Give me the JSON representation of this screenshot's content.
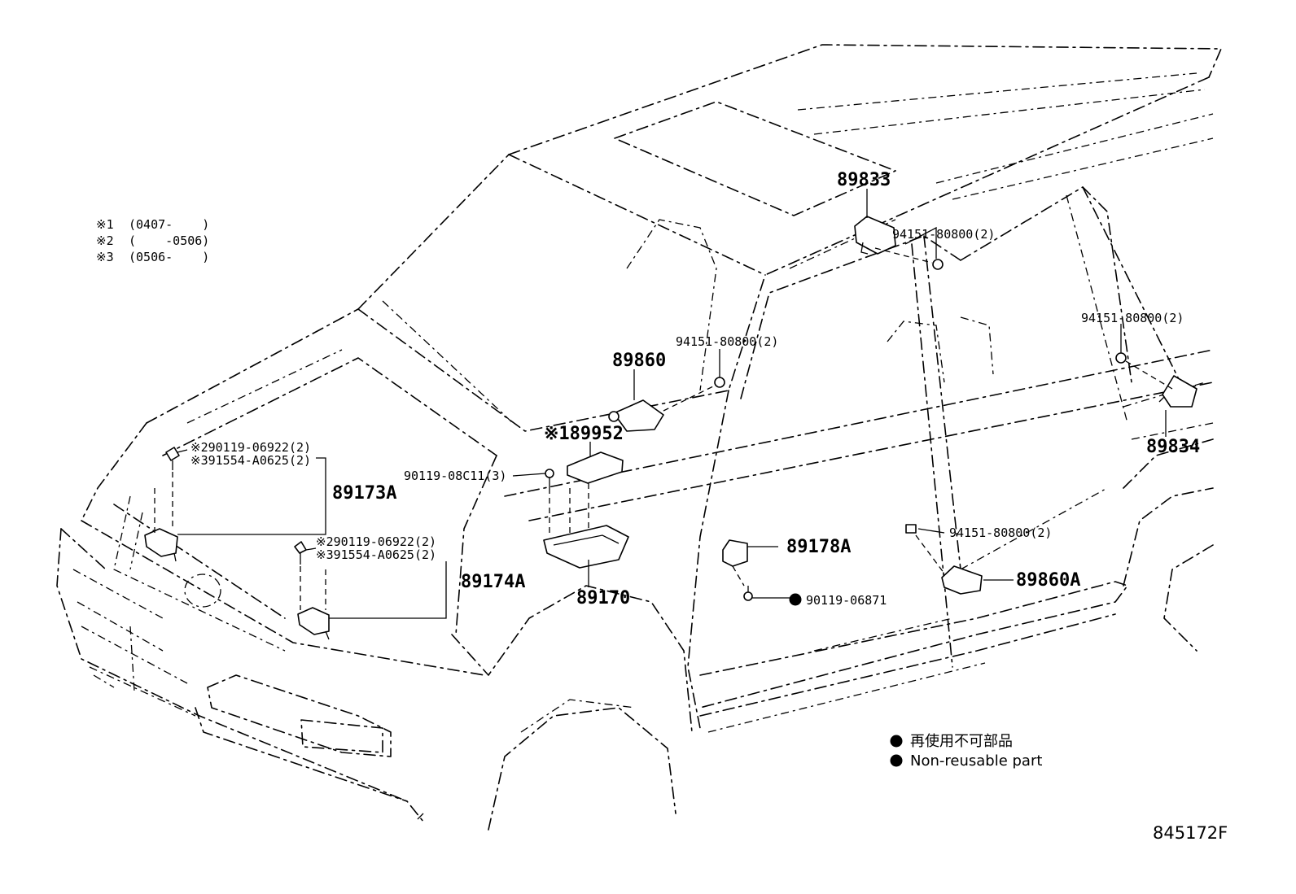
{
  "diagram": {
    "notes": [
      {
        "mark": "※1",
        "range": "(0407-    )"
      },
      {
        "mark": "※2",
        "range": "(    -0506)"
      },
      {
        "mark": "※3",
        "range": "(0506-    )"
      }
    ],
    "parts": {
      "p89833": "89833",
      "p94151_a": "94151-80800(2)",
      "p94151_b": "94151-80800(2)",
      "p94151_c": "94151-80800(2)",
      "p94151_d": "94151-80800(2)",
      "p89834": "89834",
      "p89860": "89860",
      "p189952": "※189952",
      "p90119_08c": "90119-08C11(3)",
      "p90119_069_a": "※290119-06922(2)",
      "p91554_a": "※391554-A0625(2)",
      "p89173a": "89173A",
      "p90119_069_b": "※290119-06922(2)",
      "p91554_b": "※391554-A0625(2)",
      "p89174a": "89174A",
      "p89170": "89170",
      "p89178a": "89178A",
      "p90119_06871": "90119-06871",
      "p89860a": "89860A"
    },
    "legend": {
      "jp": "再使用不可部品",
      "en": "Non-reusable part"
    },
    "code": "845172F"
  }
}
